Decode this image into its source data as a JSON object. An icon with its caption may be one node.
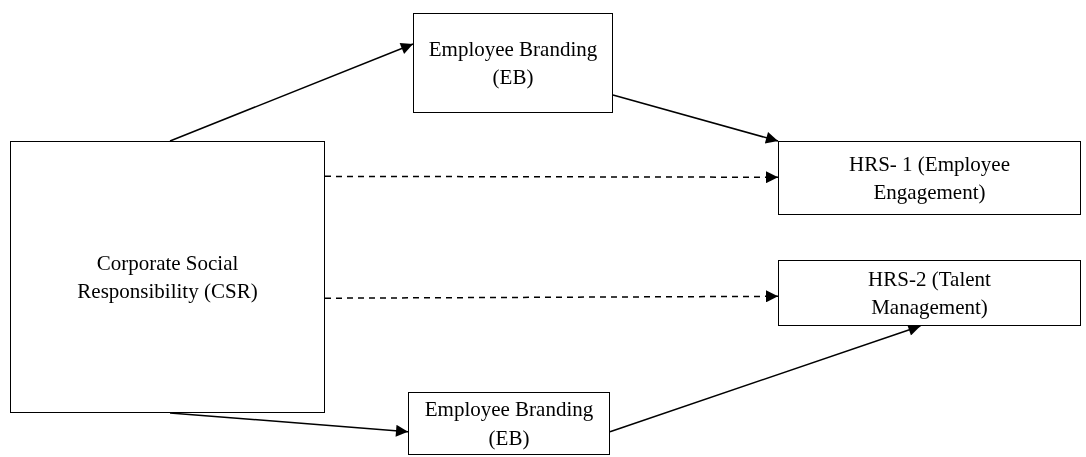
{
  "diagram": {
    "nodes": [
      {
        "text": [
          "Corporate Social Responsibility (CSR)"
        ]
      },
      {
        "text": [
          "Employee Branding (EB)"
        ]
      },
      {
        "text": [
          "HRS- 1 (Employee Engagement)"
        ]
      },
      {
        "text": [
          "HRS-2 (Talent Management)"
        ]
      },
      {
        "text": [
          "Employee Branding (EB)"
        ]
      }
    ],
    "edges": [
      {
        "from": 0,
        "to": 1,
        "arrow": "to"
      },
      {
        "from": 1,
        "to": 2,
        "arrow": "to"
      },
      {
        "from": 0,
        "to": 2,
        "arrow": "to",
        "style": "dashed"
      },
      {
        "from": 0,
        "to": 3,
        "arrow": "to",
        "style": "dashed"
      },
      {
        "from": 0,
        "to": 4,
        "arrow": "to"
      },
      {
        "from": 4,
        "to": 3,
        "arrow": "to"
      }
    ]
  }
}
